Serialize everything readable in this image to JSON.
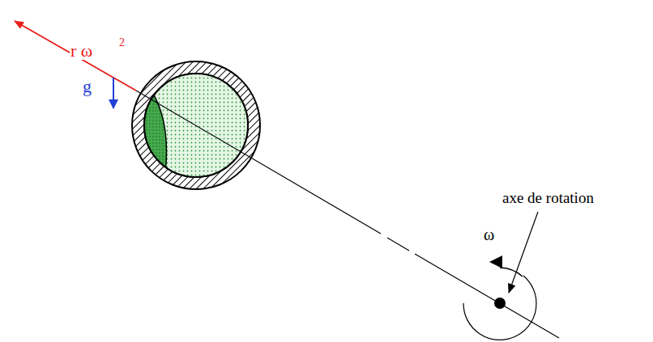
{
  "diagram": {
    "labels": [
      "r ω",
      "2",
      "g",
      "axe de rotation",
      "ω"
    ]
  }
}
